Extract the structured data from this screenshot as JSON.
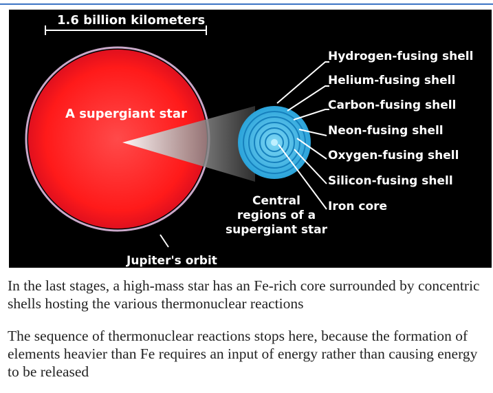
{
  "diagram": {
    "scale_label": "1.6 billion kilometers",
    "star_label": "A supergiant star",
    "orbit_label": "Jupiter's orbit",
    "center_label_lines": [
      "Central",
      "regions of a",
      "supergiant star"
    ],
    "shells": [
      "Hydrogen-fusing shell",
      "Helium-fusing shell",
      "Carbon-fusing shell",
      "Neon-fusing shell",
      "Oxygen-fusing shell",
      "Silicon-fusing shell",
      "Iron core"
    ],
    "colors": {
      "background": "#000000",
      "star_red": "#ff1a1a",
      "star_core": "#ff3b3b",
      "shell_cyan": "#38b4e6",
      "shell_ring": "#1680bd",
      "orbit": "#c9a8c9",
      "text": "#ffffff"
    }
  },
  "captions": {
    "paragraph_1": "In the last stages, a high-mass star has an Fe-rich core surrounded by concentric shells hosting the various thermonuclear reactions",
    "paragraph_2": "The sequence of thermonuclear reactions stops here, because the formation of elements heavier than Fe requires an input of energy rather than causing energy to be released"
  }
}
